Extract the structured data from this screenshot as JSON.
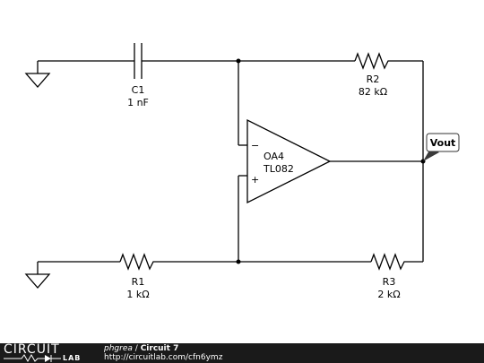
{
  "components": {
    "c1": {
      "name": "C1",
      "value": "1 nF"
    },
    "r1": {
      "name": "R1",
      "value": "1 kΩ"
    },
    "r2": {
      "name": "R2",
      "value": "82 kΩ"
    },
    "r3": {
      "name": "R3",
      "value": "2 kΩ"
    },
    "opamp": {
      "name": "OA4",
      "part": "TL082",
      "minus": "−",
      "plus": "+"
    }
  },
  "output_label": "Vout",
  "footer": {
    "brand_top": "CIRCUIT",
    "brand_bottom": "LAB",
    "user": "phgrea",
    "separator": "/",
    "title": "Circuit 7",
    "url": "http://circuitlab.com/cfn6ymz"
  },
  "colors": {
    "footer_bg": "#1a1a1a",
    "wire": "#000000",
    "tag_arrow": "#3a3a3a"
  }
}
